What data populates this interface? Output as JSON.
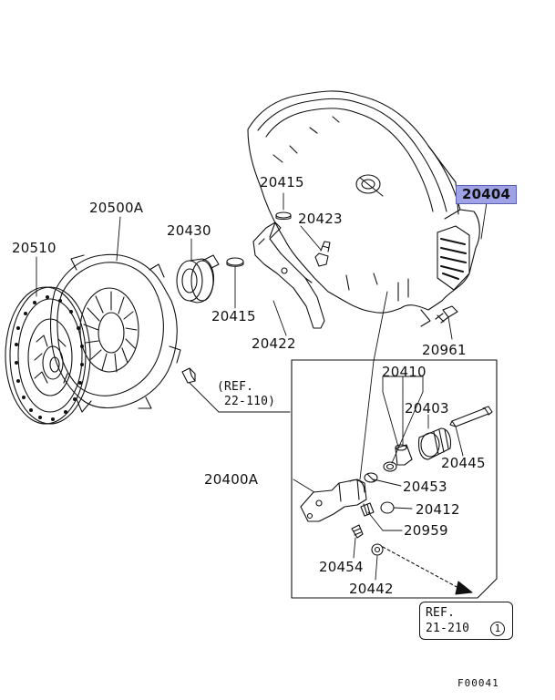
{
  "parts": {
    "p20415_top": "20415",
    "p20423": "20423",
    "p20404": "20404",
    "p20500A": "20500A",
    "p20430": "20430",
    "p20510": "20510",
    "p20415_mid": "20415",
    "p20422": "20422",
    "p20961": "20961",
    "p20410": "20410",
    "p20403": "20403",
    "p20445": "20445",
    "p20400A": "20400A",
    "p20453": "20453",
    "p20412": "20412",
    "p20959": "20959",
    "p20454": "20454",
    "p20442": "20442"
  },
  "refs": {
    "ref1_line1": "(REF.",
    "ref1_line2": "22-110)",
    "ref2_line1": "REF.",
    "ref2_line2": "21-210",
    "ref2_circled": "1"
  },
  "figure_code": "F00041",
  "highlight_color": "#9fa3e6"
}
